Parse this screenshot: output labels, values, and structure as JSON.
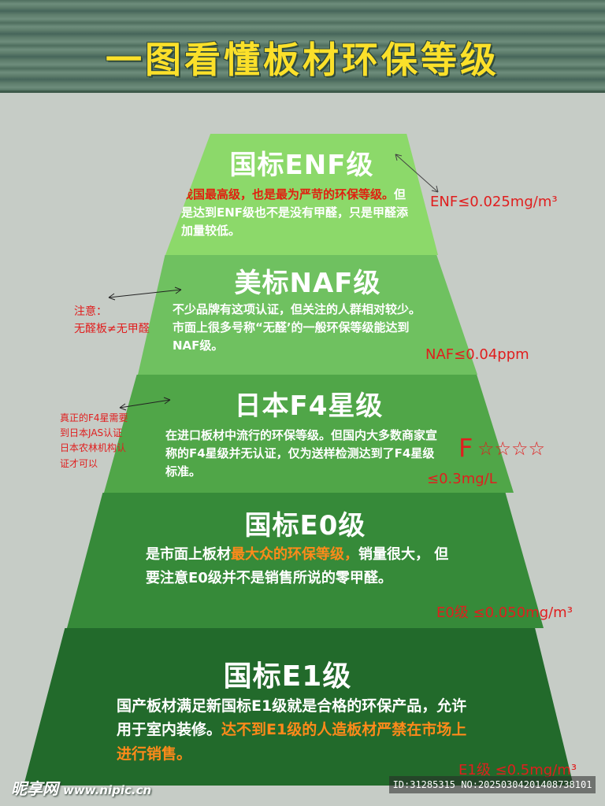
{
  "title": "一图看懂板材环保等级",
  "tiers": [
    {
      "heading": "国标ENF级",
      "body_red": "我国最高级，也是最为严苛的环保等级。",
      "body_white": "但是达到ENF级也不是没有甲醛，只是甲醛添加量较低。"
    },
    {
      "heading": "美标NAF级",
      "body": "不少品牌有这项认证，但关注的人群相对较少。市面上很多号称“无醛’的一般环保等级能达到NAF级。"
    },
    {
      "heading": "日本F4星级",
      "body": "在进口板材中流行的环保等级。但国内大多数商家宣称的F4星级并无认证，仅为送样检测达到了F4星级标准。"
    },
    {
      "heading": "国标E0级",
      "body_white_1": "是市面上板材",
      "body_orange": "最大众的环保等级，",
      "body_white_2": "销量很大， 但要注意E0级并不是销售所说的零甲醛。"
    },
    {
      "heading": "国标E1级",
      "body_white": "国产板材满足新国标E1级就是合格的环保产品，允许用于室内装修。",
      "body_orange": "达不到E1级的人造板材严禁在市场上进行销售。"
    }
  ],
  "metrics": {
    "enf": "ENF≤0.025mg/m³",
    "naf": "NAF≤0.04ppm",
    "f4_letter": "F",
    "f4_stars": "☆☆☆☆",
    "f4_value": "≤0.3mg/L",
    "e0": "E0级 ≤0.050mg/m³",
    "e1": "E1级 ≤0.5mg/m³"
  },
  "notes": {
    "naf_note": [
      "注意：",
      "无醛板≠无甲醛"
    ],
    "f4_note": [
      "真正的F4星需要",
      "到日本JAS认证",
      "日本农林机构认",
      "证才可以"
    ]
  },
  "watermark": {
    "brand": "昵享网",
    "url": "www.nipic.cn",
    "id": "ID:31285315 NO:20250304201408738101"
  },
  "colors": {
    "title": "#fbe02a",
    "tier1": "#8cd96a",
    "tier2": "#6fc160",
    "tier3": "#50a648",
    "tier4": "#368a39",
    "tier5": "#226a2b",
    "note_red": "#e01e1e",
    "highlight_orange": "#ff8a1a"
  }
}
